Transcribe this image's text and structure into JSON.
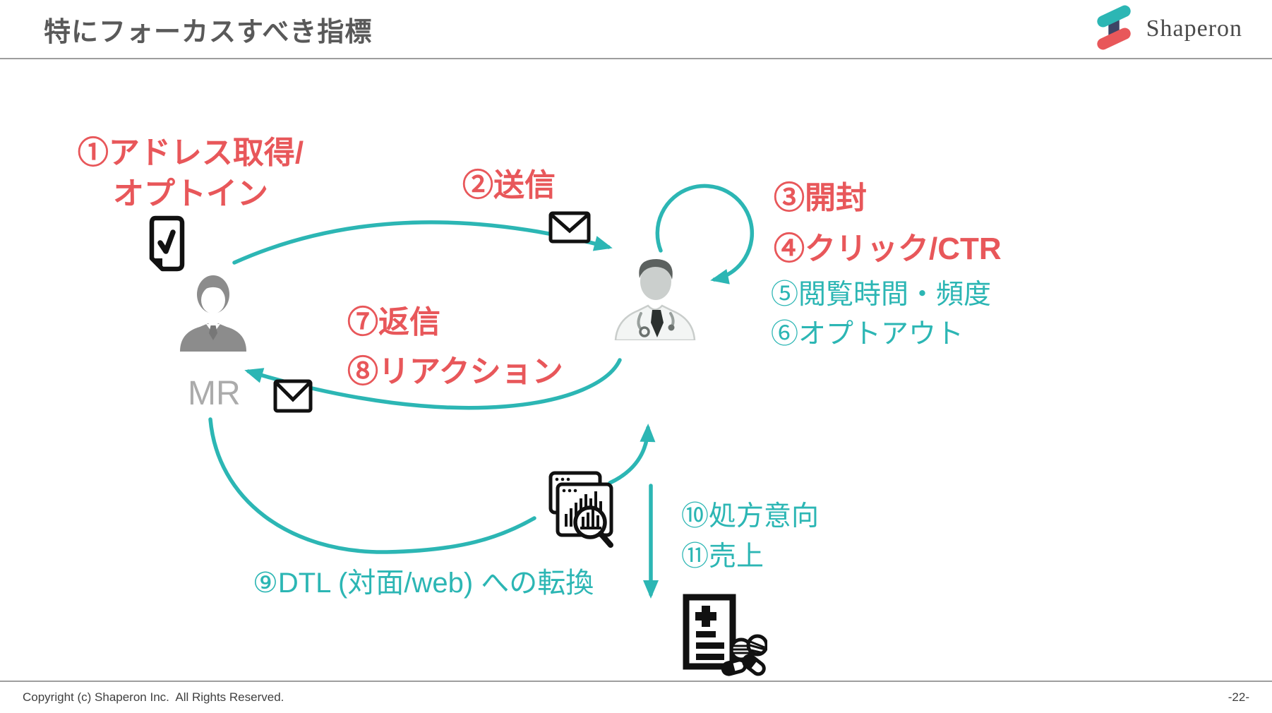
{
  "header": {
    "title": "特にフォーカスすべき指標",
    "brand_name": "Shaperon"
  },
  "diagram": {
    "step1_line1": "①アドレス取得/",
    "step1_line2": "オプトイン",
    "step2": "②送信",
    "step3": "③開封",
    "step4": "④クリック/CTR",
    "step5": "⑤閲覧時間・頻度",
    "step6": "⑥オプトアウト",
    "step7": "⑦返信",
    "step8": "⑧リアクション",
    "step9": "⑨DTL (対面/web) への転換",
    "step10": "⑩処方意向",
    "step11": "⑪売上",
    "mr_label": "MR",
    "icons": {
      "optin": "document-check-icon",
      "send": "envelope-icon",
      "reply": "envelope-icon",
      "mr": "business-person-icon",
      "doctor": "doctor-icon",
      "analytics": "analytics-report-icon",
      "prescription": "prescription-medicine-icon"
    }
  },
  "footer": {
    "copyright": "Copyright (c) Shaperon Inc.  All Rights Reserved.",
    "page_number": "-22-"
  },
  "colors": {
    "teal": "#2CB6B4",
    "red": "#E8575A",
    "title_gray": "#595959",
    "mr_gray": "#ABABAB",
    "logo_navy": "#3D4566"
  }
}
